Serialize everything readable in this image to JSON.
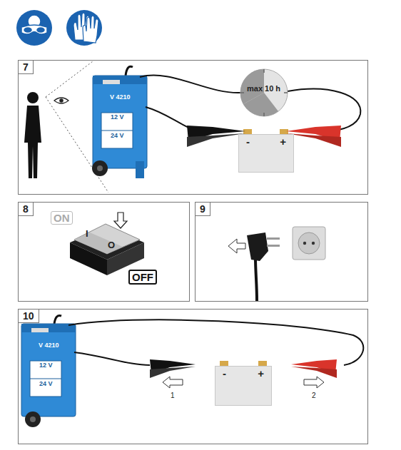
{
  "diagram": {
    "nodes": [
      {
        "text": [
          "7"
        ]
      },
      {
        "text": [
          "-",
          "+"
        ],
        "in": 0
      },
      {
        "text": [
          "8"
        ]
      },
      {
        "text": [
          "9"
        ]
      },
      {
        "text": [
          "10"
        ]
      },
      {
        "text": [
          "-",
          "+"
        ],
        "in": 4
      }
    ],
    "labels": [
      "max 10 h",
      "12 V",
      "24 V",
      "V 4210",
      "ON",
      "OFF",
      "I",
      "O",
      "12 V",
      "24 V",
      "V 4210",
      "1",
      "2"
    ]
  }
}
